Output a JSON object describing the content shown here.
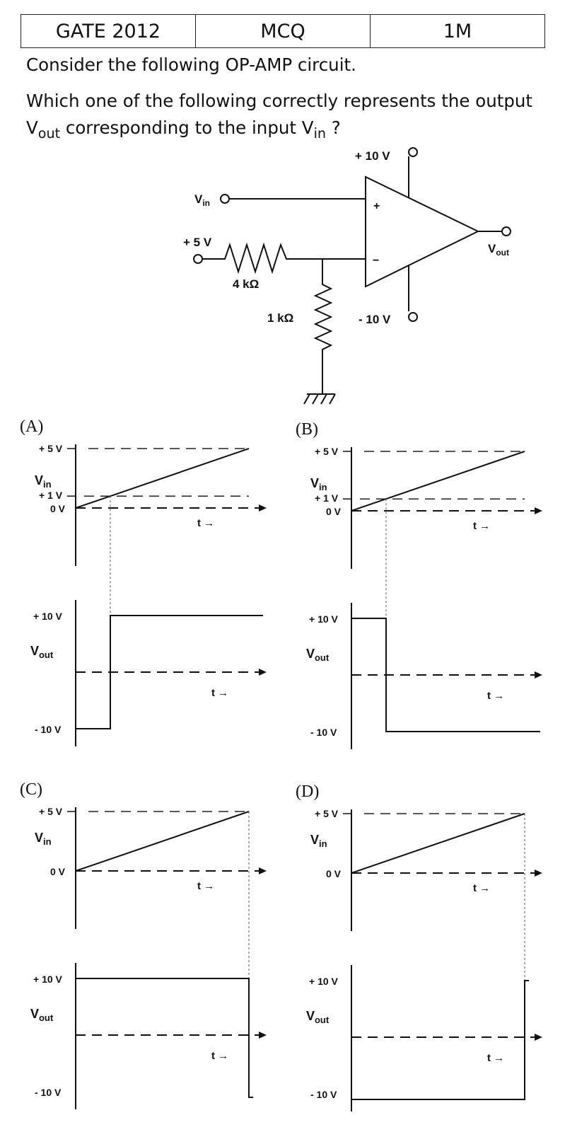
{
  "header": {
    "exam": "GATE 2012",
    "type": "MCQ",
    "marks": "1M"
  },
  "question": {
    "line1": "Consider the following OP-AMP circuit.",
    "line2": "Which one of the following correctly represents the output",
    "line3_v": "V",
    "line3_sub1": "out",
    "line3_mid": " corresponding to the input V",
    "line3_sub2": "in",
    "line3_end": " ?"
  },
  "circuit": {
    "vcc_pos": "+ 10 V",
    "vcc_neg": "- 10 V",
    "vin_V": "V",
    "vin_sub": "in",
    "vref": "+ 5 V",
    "r1": "4 kΩ",
    "r2": "1 kΩ",
    "vout_V": "V",
    "vout_sub": "out",
    "plus": "+",
    "minus": "−"
  },
  "options": [
    {
      "label": "(A)",
      "vin_ticks": [
        "+ 5 V",
        "+ 1 V",
        "0 V"
      ],
      "vout_ticks": [
        "+ 10 V",
        "- 10 V"
      ],
      "t_label": "t →",
      "vin_axis_V": "V",
      "vin_axis_sub": "in",
      "vout_axis_V": "V",
      "vout_axis_sub": "out"
    },
    {
      "label": "(B)",
      "vin_ticks": [
        "+ 5 V",
        "+ 1 V",
        "0 V"
      ],
      "vout_ticks": [
        "+ 10 V",
        "- 10 V"
      ],
      "t_label": "t →",
      "vin_axis_V": "V",
      "vin_axis_sub": "in",
      "vout_axis_V": "V",
      "vout_axis_sub": "out"
    },
    {
      "label": "(C)",
      "vin_ticks": [
        "+ 5 V",
        "0 V"
      ],
      "vout_ticks": [
        "+ 10 V",
        "- 10 V"
      ],
      "t_label": "t →",
      "vin_axis_V": "V",
      "vin_axis_sub": "in",
      "vout_axis_V": "V",
      "vout_axis_sub": "out"
    },
    {
      "label": "(D)",
      "vin_ticks": [
        "+ 5 V",
        "0 V"
      ],
      "vout_ticks": [
        "+ 10 V",
        "- 10 V"
      ],
      "t_label": "t →",
      "vin_axis_V": "V",
      "vin_axis_sub": "in",
      "vout_axis_V": "V",
      "vout_axis_sub": "out"
    }
  ]
}
